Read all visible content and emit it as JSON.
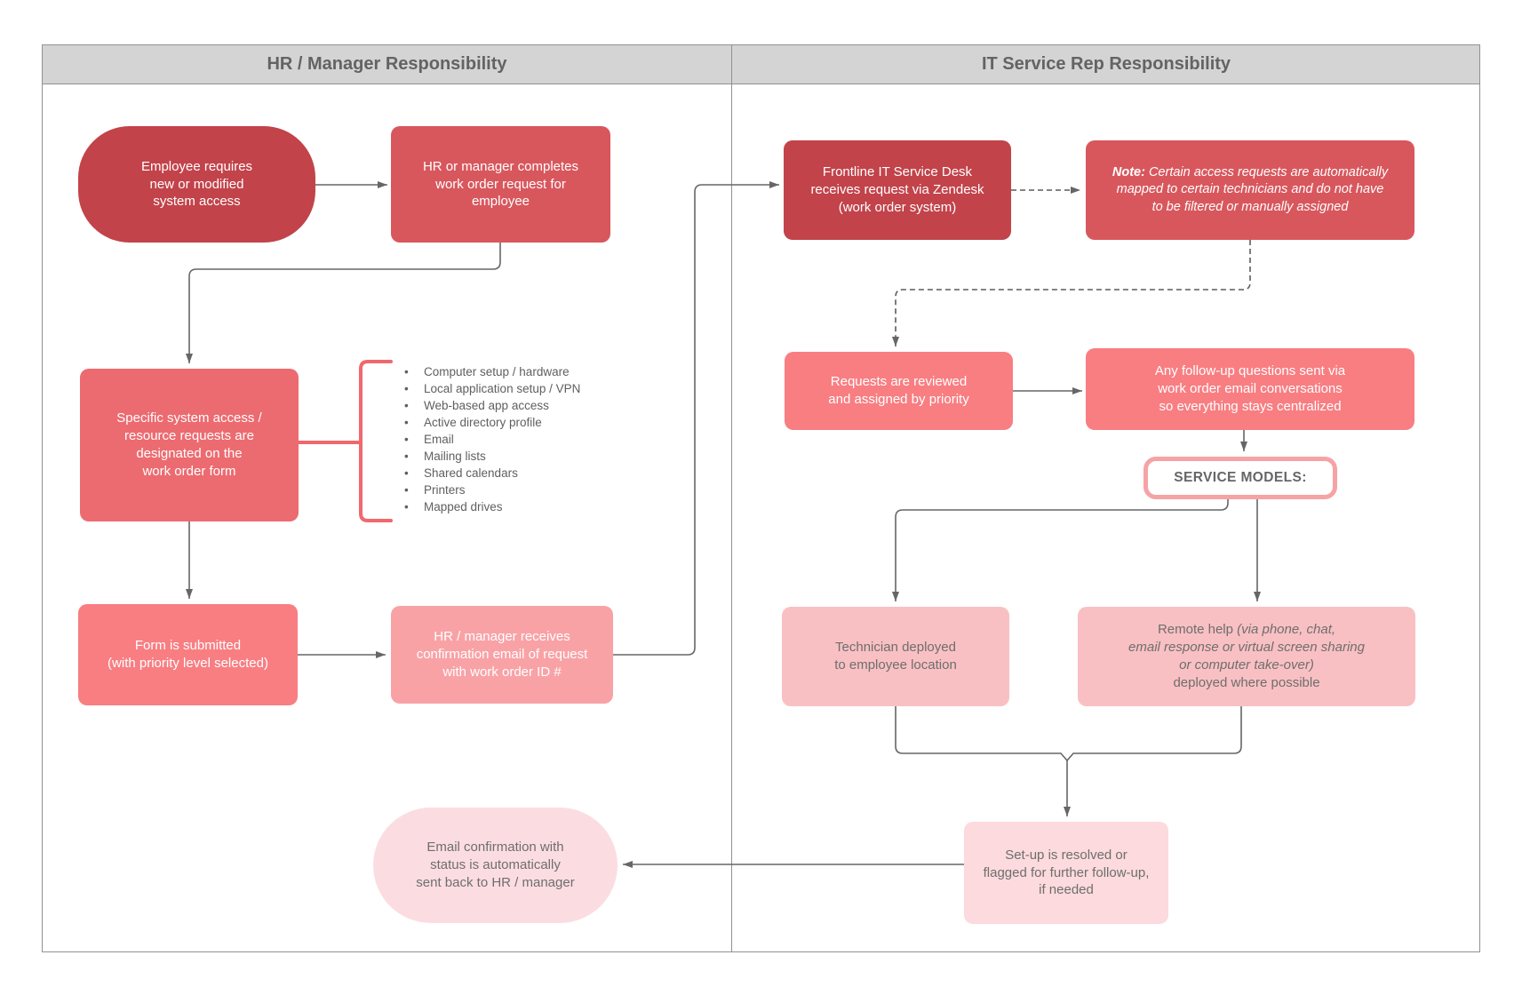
{
  "header": {
    "left_title": "HR / Manager Responsibility",
    "right_title": "IT Service Rep Responsibility"
  },
  "colors": {
    "dark_red": "#c2434a",
    "red": "#d8575d",
    "coral": "#ec6b70",
    "salmon": "#f87e82",
    "light_salmon": "#f9a2a6",
    "light_pink": "#f9c0c3",
    "pale_pink": "#fcdadd",
    "pill_pink": "#fbdde1",
    "service_models_border": "#f6a3a6",
    "header_band": "#d4d4d4",
    "connector_gray": "#666666"
  },
  "left_lane": {
    "employee_requires": "Employee requires\nnew or modified\nsystem access",
    "hr_completes": "HR or manager completes\nwork order request for\nemployee",
    "specific_access": "Specific system access /\nresource requests are\ndesignated on the\nwork order form",
    "bullets": [
      "Computer setup / hardware",
      "Local application setup / VPN",
      "Web-based app access",
      "Active directory profile",
      "Email",
      "Mailing lists",
      "Shared calendars",
      "Printers",
      "Mapped drives"
    ],
    "form_submitted": "Form is submitted\n(with priority level selected)",
    "hr_receives": "HR / manager receives\nconfirmation email of request\nwith work order ID #",
    "email_confirmation": "Email confirmation with\nstatus is automatically\nsent back to HR / manager"
  },
  "right_lane": {
    "frontline": "Frontline IT Service Desk\nreceives request via Zendesk\n(work order system)",
    "note_prefix": "Note:",
    "note_body": " Certain access requests are automatically\nmapped to certain technicians and do not have\nto be filtered or manually assigned",
    "requests_reviewed": "Requests are reviewed\nand assigned by priority",
    "followup": "Any follow-up questions sent via\nwork order email conversations\nso everything stays centralized",
    "service_models": "SERVICE MODELS:",
    "technician": "Technician deployed\nto employee location",
    "remote_pre": "Remote help ",
    "remote_italic": "(via phone, chat,\nemail response or virtual screen sharing\nor computer take-over)",
    "remote_post": "deployed where possible",
    "setup_resolved": "Set-up is resolved or\nflagged for further follow-up,\nif needed"
  }
}
